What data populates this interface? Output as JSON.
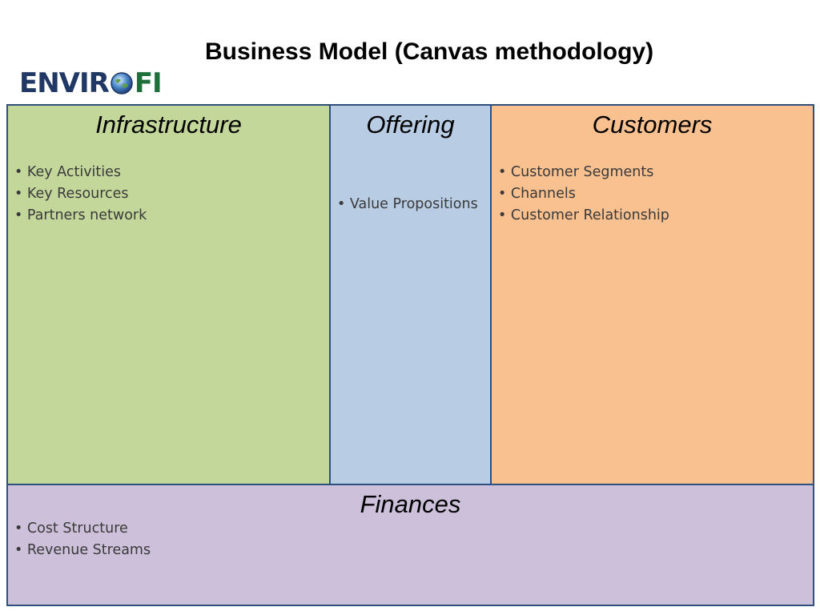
{
  "slide": {
    "title": "Business Model (Canvas methodology)"
  },
  "logo": {
    "text_before": "ENVIR",
    "text_after": "FI",
    "icon": "globe-icon"
  },
  "canvas": {
    "infrastructure": {
      "title": "Infrastructure",
      "items": [
        "Key Activities",
        "Key Resources",
        "Partners network"
      ]
    },
    "offering": {
      "title": "Offering",
      "items": [
        "Value Propositions"
      ]
    },
    "customers": {
      "title": "Customers",
      "items": [
        "Customer Segments",
        "Channels",
        "Customer Relationship"
      ]
    },
    "finances": {
      "title": "Finances",
      "items": [
        "Cost Structure",
        "Revenue Streams"
      ]
    }
  },
  "colors": {
    "infrastructure": "#c4d79b",
    "offering": "#b8cce4",
    "customers": "#f9c090",
    "finances": "#ccc0da",
    "border": "#2f4f7f"
  }
}
